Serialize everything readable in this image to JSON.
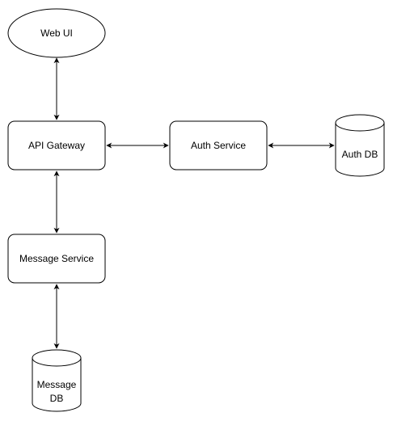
{
  "nodes": {
    "web_ui": {
      "label": "Web UI",
      "shape": "ellipse"
    },
    "api_gateway": {
      "label": "API Gateway",
      "shape": "rounded-rect"
    },
    "auth_service": {
      "label": "Auth Service",
      "shape": "rounded-rect"
    },
    "auth_db": {
      "label": "Auth DB",
      "shape": "cylinder"
    },
    "message_service": {
      "label": "Message Service",
      "shape": "rounded-rect"
    },
    "message_db": {
      "label_line1": "Message",
      "label_line2": "DB",
      "shape": "cylinder"
    }
  },
  "edges": [
    {
      "from": "web_ui",
      "to": "api_gateway",
      "direction": "both"
    },
    {
      "from": "api_gateway",
      "to": "auth_service",
      "direction": "both"
    },
    {
      "from": "auth_service",
      "to": "auth_db",
      "direction": "both"
    },
    {
      "from": "api_gateway",
      "to": "message_service",
      "direction": "both"
    },
    {
      "from": "message_service",
      "to": "message_db",
      "direction": "both"
    }
  ],
  "colors": {
    "stroke": "#000000",
    "fill": "#ffffff",
    "background": "#ffffff"
  }
}
